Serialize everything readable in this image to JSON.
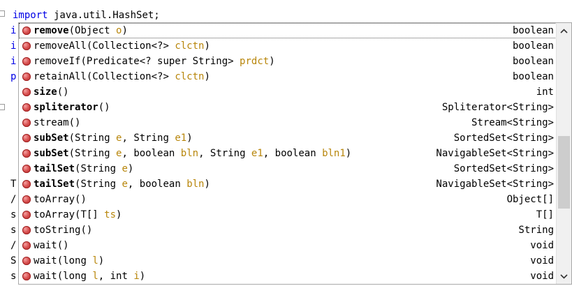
{
  "editor": {
    "first_line": {
      "keyword": "import",
      "rest": " java.util.HashSet;"
    },
    "edge_chars": [
      {
        "char": "i",
        "blue": true
      },
      {
        "char": "i",
        "blue": true
      },
      {
        "char": "i",
        "blue": true
      },
      {
        "char": "p",
        "blue": true
      },
      {
        "char": "T",
        "blue": false
      },
      {
        "char": "/",
        "blue": false
      },
      {
        "char": "s",
        "blue": false
      },
      {
        "char": "s",
        "blue": false
      },
      {
        "char": "/",
        "blue": false
      },
      {
        "char": "S",
        "blue": false
      },
      {
        "char": "s",
        "blue": false
      }
    ]
  },
  "completion": {
    "items": [
      {
        "name": "remove",
        "bold": true,
        "open": "(",
        "parts": [
          [
            "Object ",
            false
          ],
          [
            "o",
            true
          ]
        ],
        "close": ")",
        "return": "boolean"
      },
      {
        "name": "removeAll",
        "bold": false,
        "open": "(",
        "parts": [
          [
            "Collection<?> ",
            false
          ],
          [
            "clctn",
            true
          ]
        ],
        "close": ")",
        "return": "boolean"
      },
      {
        "name": "removeIf",
        "bold": false,
        "open": "(",
        "parts": [
          [
            "Predicate<? super String> ",
            false
          ],
          [
            "prdct",
            true
          ]
        ],
        "close": ")",
        "return": "boolean"
      },
      {
        "name": "retainAll",
        "bold": false,
        "open": "(",
        "parts": [
          [
            "Collection<?> ",
            false
          ],
          [
            "clctn",
            true
          ]
        ],
        "close": ")",
        "return": "boolean"
      },
      {
        "name": "size",
        "bold": true,
        "open": "(",
        "parts": [],
        "close": ")",
        "return": "int"
      },
      {
        "name": "spliterator",
        "bold": true,
        "open": "(",
        "parts": [],
        "close": ")",
        "return": "Spliterator<String>"
      },
      {
        "name": "stream",
        "bold": false,
        "open": "(",
        "parts": [],
        "close": ")",
        "return": "Stream<String>"
      },
      {
        "name": "subSet",
        "bold": true,
        "open": "(",
        "parts": [
          [
            "String ",
            false
          ],
          [
            "e",
            true
          ],
          [
            ", String ",
            false
          ],
          [
            "e1",
            true
          ]
        ],
        "close": ")",
        "return": "SortedSet<String>"
      },
      {
        "name": "subSet",
        "bold": true,
        "open": "(",
        "parts": [
          [
            "String ",
            false
          ],
          [
            "e",
            true
          ],
          [
            ", boolean ",
            false
          ],
          [
            "bln",
            true
          ],
          [
            ", String ",
            false
          ],
          [
            "e1",
            true
          ],
          [
            ", boolean ",
            false
          ],
          [
            "bln1",
            true
          ]
        ],
        "close": ")",
        "return": "NavigableSet<String>"
      },
      {
        "name": "tailSet",
        "bold": true,
        "open": "(",
        "parts": [
          [
            "String ",
            false
          ],
          [
            "e",
            true
          ]
        ],
        "close": ")",
        "return": "SortedSet<String>"
      },
      {
        "name": "tailSet",
        "bold": true,
        "open": "(",
        "parts": [
          [
            "String ",
            false
          ],
          [
            "e",
            true
          ],
          [
            ", boolean ",
            false
          ],
          [
            "bln",
            true
          ]
        ],
        "close": ")",
        "return": "NavigableSet<String>"
      },
      {
        "name": "toArray",
        "bold": false,
        "open": "(",
        "parts": [],
        "close": ")",
        "return": "Object[]"
      },
      {
        "name": "toArray",
        "bold": false,
        "open": "(",
        "parts": [
          [
            "T[] ",
            false
          ],
          [
            "ts",
            true
          ]
        ],
        "close": ")",
        "return": "T[]"
      },
      {
        "name": "toString",
        "bold": false,
        "open": "(",
        "parts": [],
        "close": ")",
        "return": "String"
      },
      {
        "name": "wait",
        "bold": false,
        "open": "(",
        "parts": [],
        "close": ")",
        "return": "void"
      },
      {
        "name": "wait",
        "bold": false,
        "open": "(",
        "parts": [
          [
            "long ",
            false
          ],
          [
            "l",
            true
          ]
        ],
        "close": ")",
        "return": "void"
      },
      {
        "name": "wait",
        "bold": false,
        "open": "(",
        "parts": [
          [
            "long ",
            false
          ],
          [
            "l",
            true
          ],
          [
            ", int ",
            false
          ],
          [
            "i",
            true
          ]
        ],
        "close": ")",
        "return": "void"
      }
    ],
    "selected_index": 0,
    "scroll_position": 0.62,
    "icons": {
      "item": "method-icon",
      "scroll_up": "chevron-up-icon",
      "scroll_down": "chevron-down-icon"
    },
    "colors": {
      "param": "#b8860b",
      "keyword": "#0000e6",
      "method_icon": "#d85050"
    }
  }
}
